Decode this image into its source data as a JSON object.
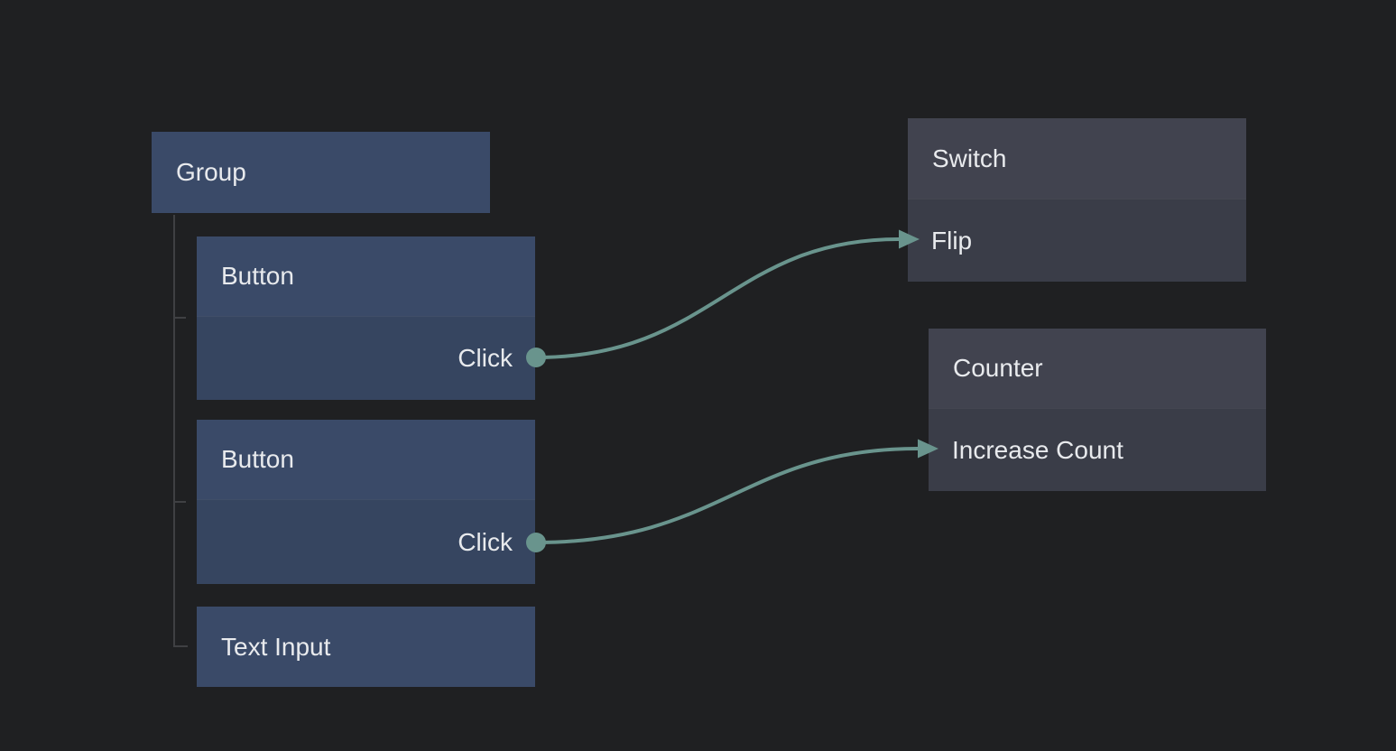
{
  "canvas": {
    "background": "#1f2022"
  },
  "colors": {
    "canvas_bg": "#1f2022",
    "blue_node_header": "#3a4a68",
    "blue_node_body": "#364560",
    "gray_node_header": "#41434f",
    "gray_node_body": "#3a3d48",
    "edge": "#69948d",
    "tree_line": "#3f4043",
    "text": "#e8eaed"
  },
  "nodes": {
    "group": {
      "title": "Group"
    },
    "button1": {
      "title": "Button",
      "output_port": "Click"
    },
    "button2": {
      "title": "Button",
      "output_port": "Click"
    },
    "text_input": {
      "title": "Text Input"
    },
    "switch": {
      "title": "Switch",
      "input_port": "Flip"
    },
    "counter": {
      "title": "Counter",
      "input_port": "Increase Count"
    }
  },
  "edges": [
    {
      "from_node": "Button",
      "from_port": "Click",
      "to_node": "Switch",
      "to_port": "Flip"
    },
    {
      "from_node": "Button",
      "from_port": "Click",
      "to_node": "Counter",
      "to_port": "Increase Count"
    }
  ],
  "tree": {
    "parent": "Group",
    "children": [
      "Button",
      "Button",
      "Text Input"
    ]
  }
}
